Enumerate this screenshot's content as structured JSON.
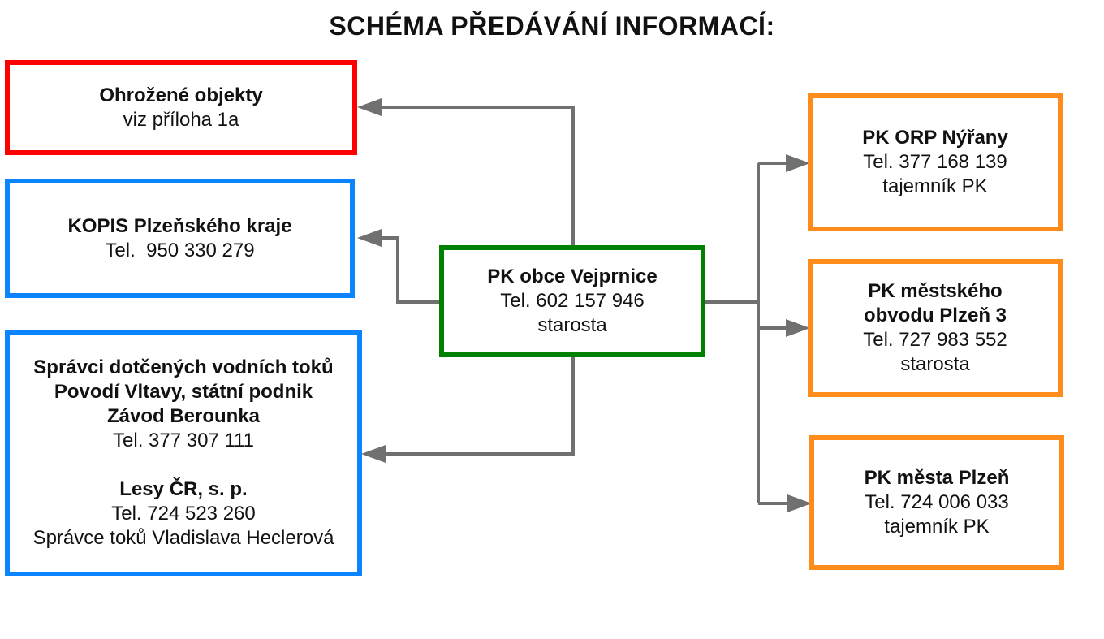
{
  "title": "SCHÉMA PŘEDÁVÁNÍ INFORMACÍ:",
  "colors": {
    "red": "#ff0000",
    "blue": "#0a84ff",
    "green": "#008000",
    "orange": "#ff8c1a",
    "connector": "#707070"
  },
  "boxes": {
    "ohrozene": {
      "name": "Ohrožené objekty",
      "detail": "viz příloha 1a"
    },
    "kopis": {
      "name": "KOPIS Plzeňského kraje",
      "tel": "Tel.  950 330 279"
    },
    "spravci": {
      "line1": "Správci dotčených vodních toků",
      "line2": "Povodí Vltavy, státní podnik",
      "line3": "Závod Berounka",
      "tel1": "Tel. 377 307 111",
      "line4": "Lesy ČR, s. p.",
      "tel2": "Tel. 724 523 260",
      "line5": "Správce toků Vladislava Heclerová"
    },
    "center": {
      "name": "PK obce Vejprnice",
      "tel": "Tel. 602 157 946",
      "role": "starosta"
    },
    "orp": {
      "name": "PK ORP Nýřany",
      "tel": "Tel. 377 168 139",
      "role": "tajemník PK"
    },
    "obvod": {
      "name1": "PK městského",
      "name2": "obvodu Plzeň 3",
      "tel": "Tel. 727 983 552",
      "role": "starosta"
    },
    "plzen": {
      "name": "PK města Plzeň",
      "tel": "Tel. 724 006 033",
      "role": "tajemník PK"
    }
  }
}
